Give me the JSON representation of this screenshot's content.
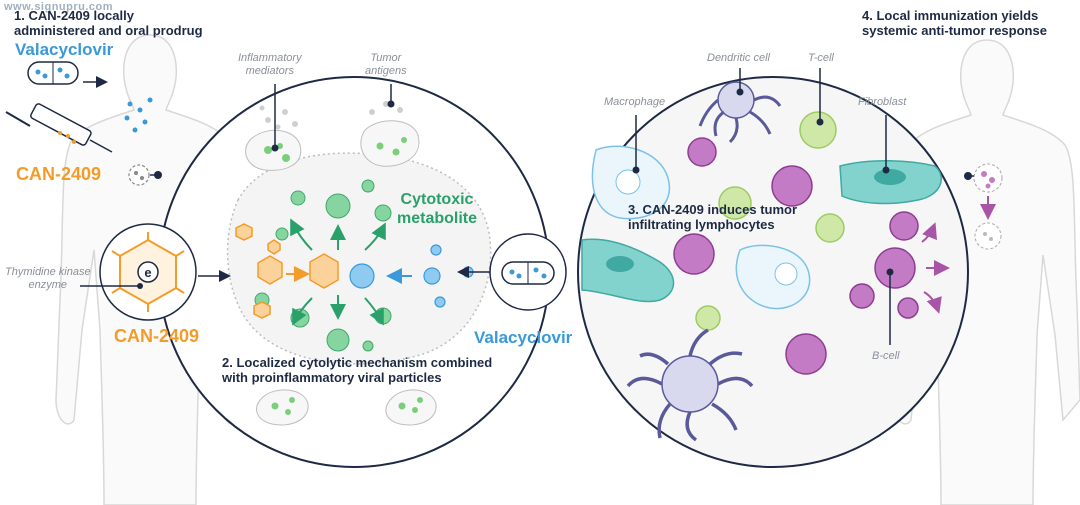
{
  "watermark": "www.signupru.com",
  "steps": {
    "step1_line1": "1. CAN-2409 locally",
    "step1_line2": "administered and oral prodrug",
    "step2_line1": "2. Localized cytolytic mechanism combined",
    "step2_line2": "with proinflammatory viral particles",
    "step3_line1": "3. CAN-2409 induces tumor",
    "step3_line2": "infiltrating lymphocytes",
    "step4_line1": "4. Local immunization yields",
    "step4_line2": "systemic anti-tumor response"
  },
  "drugs": {
    "valacyclovir_left": "Valacyclovir",
    "can2409_top": "CAN-2409",
    "can2409_bottom": "CAN-2409",
    "valacyclovir_right": "Valacyclovir",
    "cytotoxic_line1": "Cytotoxic",
    "cytotoxic_line2": "metabolite"
  },
  "labels": {
    "thymidine_line1": "Thymidine kinase",
    "thymidine_line2": "enzyme",
    "inflammatory_line1": "Inflammatory",
    "inflammatory_line2": "mediators",
    "tumor_line1": "Tumor",
    "tumor_line2": "antigens",
    "macrophage": "Macrophage",
    "dendritic": "Dendritic cell",
    "tcell": "T-cell",
    "fibroblast": "Fibroblast",
    "bcell": "B-cell"
  },
  "colors": {
    "navy": "#1e2a44",
    "orange": "#f39c2a",
    "blue": "#3a9ad9",
    "green": "#2aa06a",
    "purple": "#a855a8",
    "teal": "#5bc8c0"
  }
}
